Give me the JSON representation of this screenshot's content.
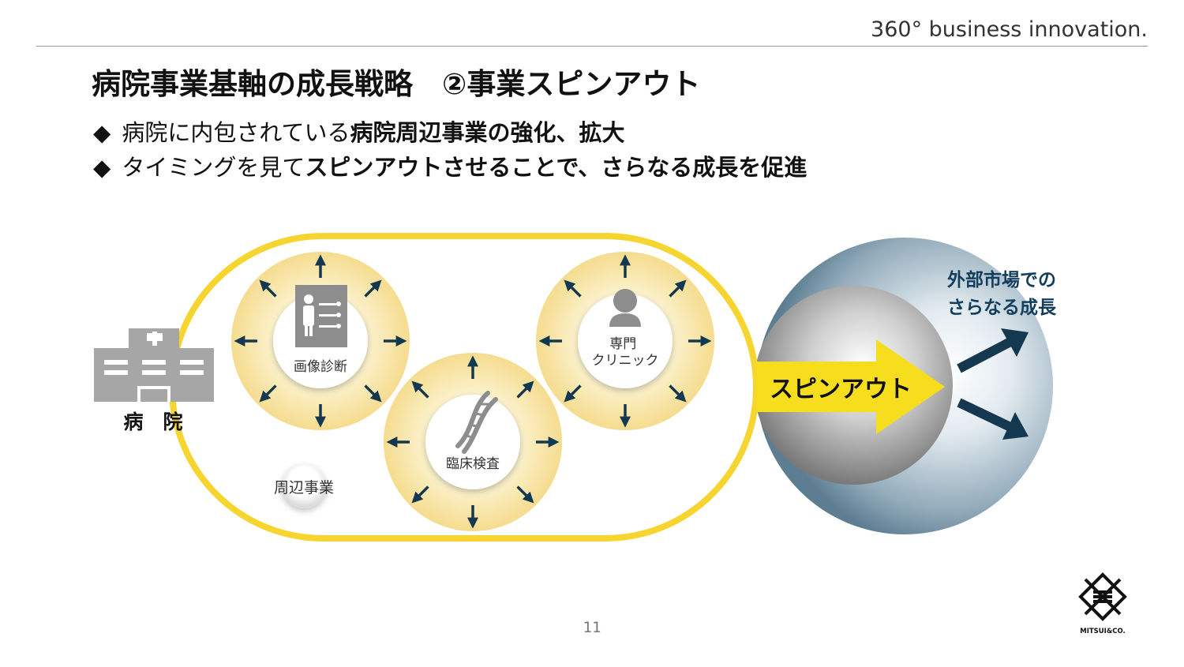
{
  "header": {
    "tagline": "360° business innovation."
  },
  "title": "病院事業基軸の成長戦略　②事業スピンアウト",
  "bullets": [
    {
      "mark": "◆",
      "plain": "病院に内包されている",
      "bold": "病院周辺事業の強化、拡大"
    },
    {
      "mark": "◆",
      "plain": "タイミングを見て",
      "bold": "スピンアウトさせることで、さらなる成長を促進"
    }
  ],
  "diagram": {
    "hospital_label": "病　院",
    "core_label": "周辺事業",
    "businesses": [
      {
        "label": "画像診断",
        "icon": "medical-chart-icon"
      },
      {
        "label": "臨床検査",
        "icon": "dna-icon"
      },
      {
        "label": "専門\nクリニック",
        "icon": "doctor-icon"
      }
    ],
    "spinout_label": "スピンアウト",
    "market_label_line1": "外部市場での",
    "market_label_line2": "さらなる成長",
    "colors": {
      "capsule": "#f7d531",
      "halo": "#f5dc8f",
      "arrow_dark": "#14384f",
      "spinout_arrow": "#f6de1e",
      "market_text": "#123e5e",
      "icon_gray": "#8d8d8d"
    }
  },
  "footer": {
    "page_number": "11",
    "logo_text": "MITSUI&CO."
  }
}
